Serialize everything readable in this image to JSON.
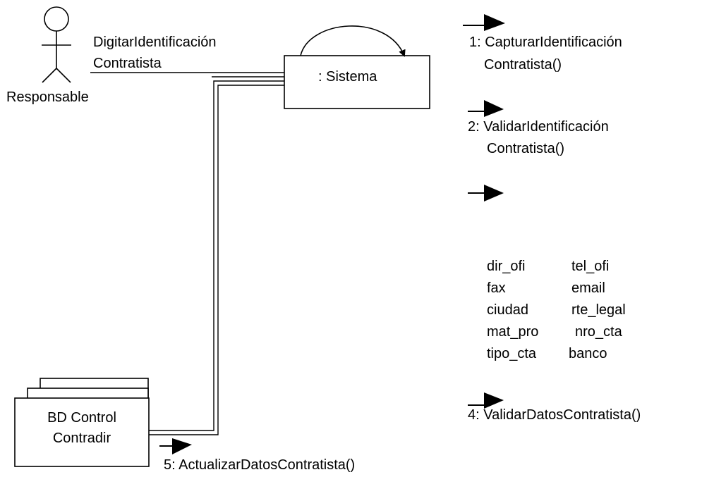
{
  "actor": {
    "label": "Responsable"
  },
  "system": {
    "label": ": Sistema"
  },
  "database": {
    "line1": "BD Control",
    "line2": "Contradir"
  },
  "user_message": {
    "line1": "DigitarIdentificación",
    "line2": "Contratista"
  },
  "messages": [
    {
      "line1": "1: CapturarIdentificación",
      "line2": "Contratista()"
    },
    {
      "line1": "2: ValidarIdentificación",
      "line2": "Contratista()"
    },
    {
      "line1": "4: ValidarDatosContratista()"
    },
    {
      "line1": "5: ActualizarDatosContratista()"
    }
  ],
  "fields": [
    [
      "dir_ofi",
      "tel_ofi"
    ],
    [
      "fax",
      "email"
    ],
    [
      "ciudad",
      "rte_legal"
    ],
    [
      "mat_pro",
      "nro_cta"
    ],
    [
      "tipo_cta",
      "banco"
    ]
  ]
}
